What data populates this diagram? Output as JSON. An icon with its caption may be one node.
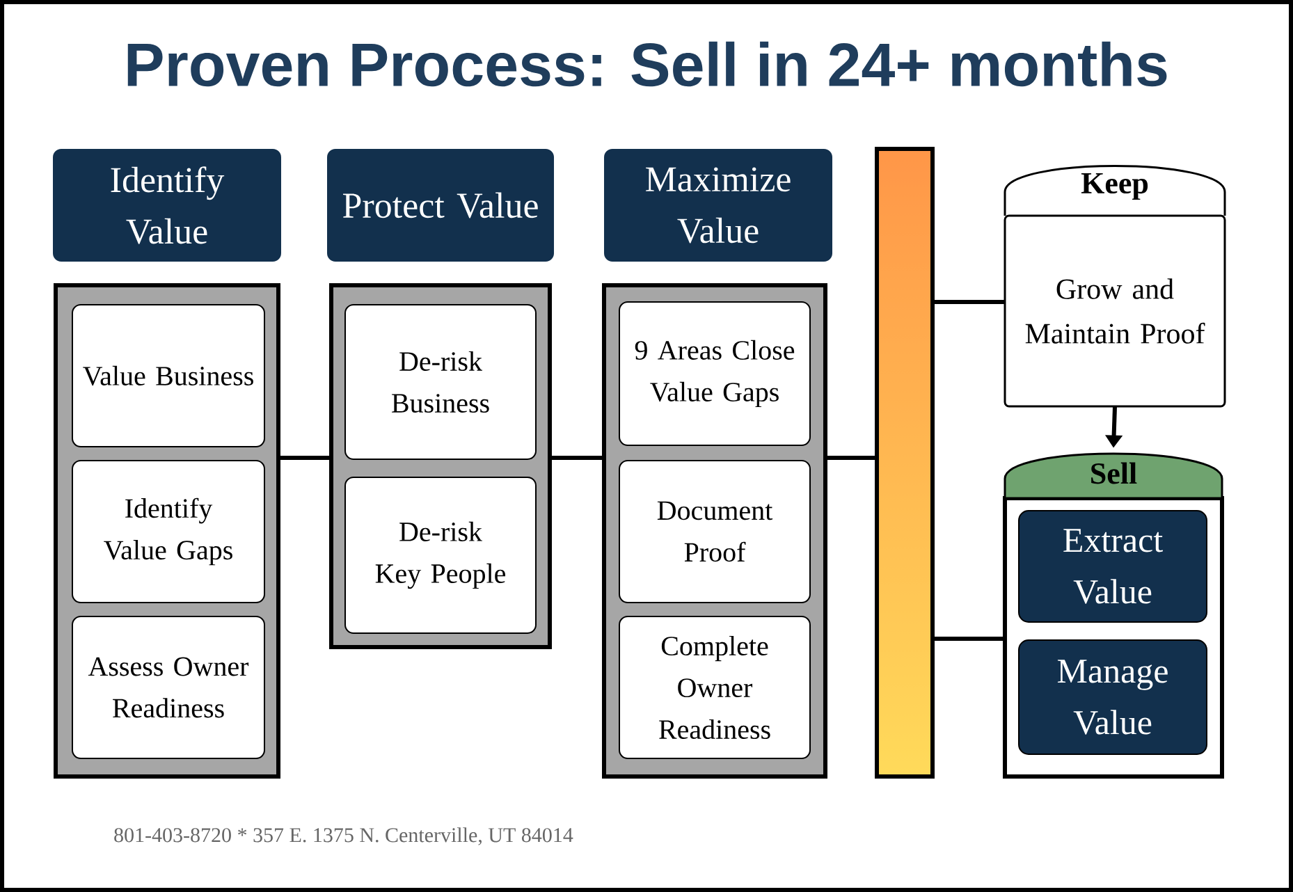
{
  "diagram": {
    "title": "Proven Process: Sell in 24+ months",
    "nodes": [
      {
        "text": [
          "Identify Value"
        ]
      },
      {
        "text": [],
        "shape": "box"
      },
      {
        "text": [
          "Value Business"
        ],
        "in": 1
      },
      {
        "text": [
          "Identify Value Gaps"
        ],
        "in": 1
      },
      {
        "text": [
          "Assess Owner Readiness"
        ],
        "in": 1
      },
      {
        "text": [
          "Protect Value"
        ]
      },
      {
        "text": [],
        "shape": "box"
      },
      {
        "text": [
          "De-risk Business"
        ],
        "in": 6
      },
      {
        "text": [
          "De-risk Key People"
        ],
        "in": 6
      },
      {
        "text": [
          "Maximize Value"
        ]
      },
      {
        "text": [],
        "shape": "box"
      },
      {
        "text": [
          "9 Areas Close Value Gaps"
        ],
        "in": 10
      },
      {
        "text": [
          "Document Proof"
        ],
        "in": 10
      },
      {
        "text": [
          "Complete Owner Readiness"
        ],
        "in": 10
      },
      {
        "text": [],
        "shape": "bar"
      },
      {
        "text": [
          "Keep",
          "Grow and Maintain Proof"
        ]
      },
      {
        "text": [
          "Sell"
        ]
      },
      {
        "text": [
          "Extract Value"
        ],
        "in": 16
      },
      {
        "text": [
          "Manage Value"
        ],
        "in": 16
      }
    ],
    "edges": [
      {
        "from": 1,
        "to": 6,
        "arrow": "none"
      },
      {
        "from": 6,
        "to": 10,
        "arrow": "none"
      },
      {
        "from": 10,
        "to": 14,
        "arrow": "none"
      },
      {
        "from": 14,
        "to": 15,
        "arrow": "none"
      },
      {
        "from": 14,
        "to": 16,
        "arrow": "none"
      },
      {
        "from": 15,
        "to": 16,
        "arrow": "to"
      }
    ],
    "labels": [
      "801-403-8720 * 357 E. 1375 N. Centerville, UT 84014"
    ]
  }
}
